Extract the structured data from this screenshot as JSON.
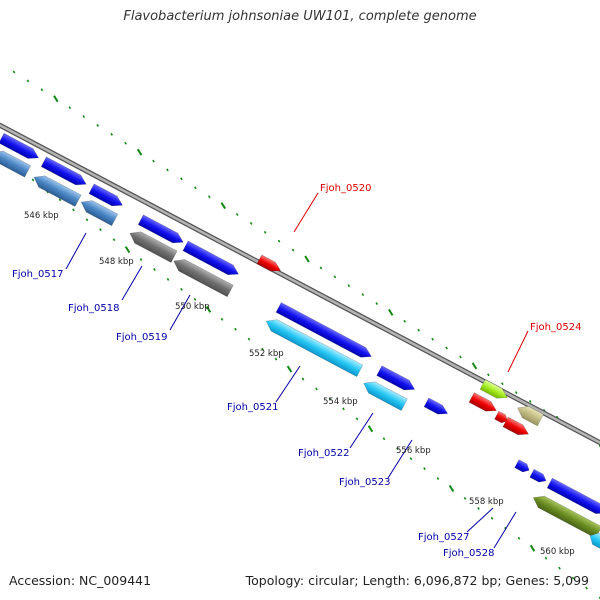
{
  "title": "Flavobacterium johnsoniae UW101, complete genome",
  "footer": {
    "accession": "Accession: NC_009441",
    "summary": "Topology: circular; Length: 6,096,872 bp; Genes: 5,099"
  },
  "ticks": [
    "546 kbp",
    "548 kbp",
    "550 kbp",
    "552 kbp",
    "554 kbp",
    "556 kbp",
    "558 kbp",
    "560 kbp"
  ],
  "labels_forward": [
    "Fjoh_0520",
    "Fjoh_0524"
  ],
  "labels_reverse": [
    "Fjoh_0517",
    "Fjoh_0518",
    "Fjoh_0519",
    "Fjoh_0521",
    "Fjoh_0522",
    "Fjoh_0523",
    "Fjoh_0527",
    "Fjoh_0528"
  ],
  "colors": {
    "forward_label": "#e00000",
    "reverse_label": "#0000aa",
    "backbone": "#8a8a8a",
    "gc_dots": "#128a12"
  }
}
